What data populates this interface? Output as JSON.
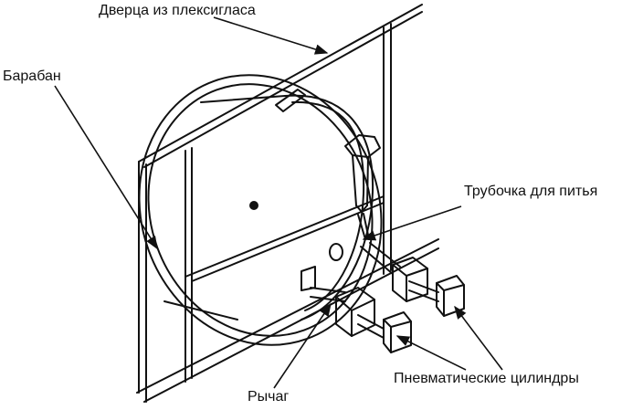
{
  "labels": {
    "door": "Дверца из плексигласа",
    "drum": "Барабан",
    "drinking_tube": "Трубочка для питья",
    "pneumatic_cylinders": "Пневматические цилиндры",
    "lever": "Рычаг"
  },
  "colors": {
    "ink": "#111111",
    "background": "#ffffff"
  }
}
